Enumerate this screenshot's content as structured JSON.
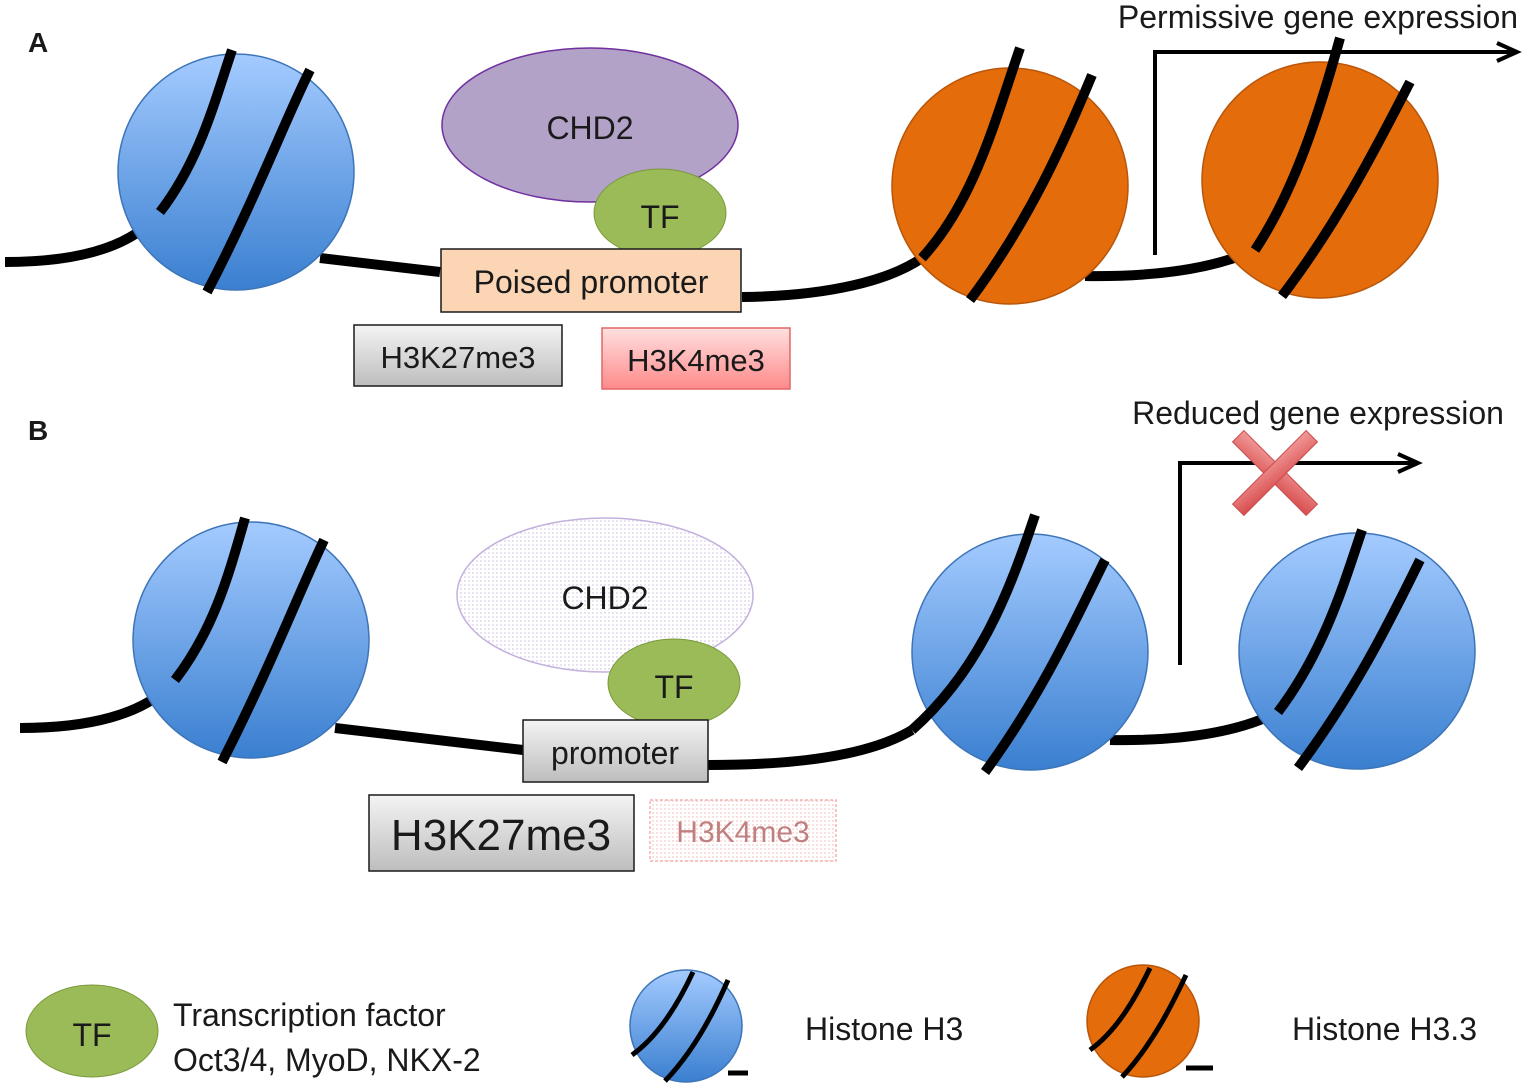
{
  "panels": {
    "a": {
      "label": "A",
      "expression": "Permissive gene expression",
      "chd2": "CHD2",
      "tf": "TF",
      "promoter": "Poised promoter",
      "mark_k27": "H3K27me3",
      "mark_k4": "H3K4me3"
    },
    "b": {
      "label": "B",
      "expression": "Reduced gene expression",
      "chd2": "CHD2",
      "tf": "TF",
      "promoter": "promoter",
      "mark_k27": "H3K27me3",
      "mark_k4": "H3K4me3"
    }
  },
  "legend": {
    "tf_badge": "TF",
    "tf_title": "Transcription factor",
    "tf_examples": "Oct3/4, MyoD, NKX-2",
    "h3": "Histone H3",
    "h33": "Histone H3.3"
  },
  "colors": {
    "histone_h3": "#5b9bd5",
    "histone_h33": "#e46c0a",
    "chd2": "#b3a2c7",
    "tf": "#9bbb59",
    "promoter_poised": "#fcd5b5",
    "mark_k4": "#ff8080",
    "mark_k27": "#c0c0c0",
    "inhibition_cross": "#e06666"
  }
}
